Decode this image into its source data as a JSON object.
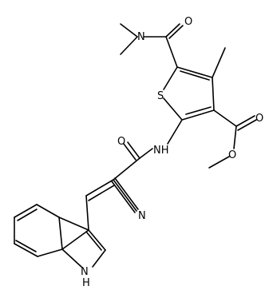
{
  "molecule": {
    "atoms": [
      {
        "id": "o_amide_top",
        "label": "O"
      },
      {
        "id": "n_dimethyl",
        "label": "N"
      },
      {
        "id": "s_thiophene",
        "label": "S"
      },
      {
        "id": "o_ester_carbonyl",
        "label": "O"
      },
      {
        "id": "o_ester_ether",
        "label": "O"
      },
      {
        "id": "o_acryl",
        "label": "O"
      },
      {
        "id": "nh_amide",
        "label": "NH"
      },
      {
        "id": "n_nitrile",
        "label": "N"
      },
      {
        "id": "nh_indole",
        "label": "H"
      }
    ],
    "indole_n_label": "N"
  }
}
